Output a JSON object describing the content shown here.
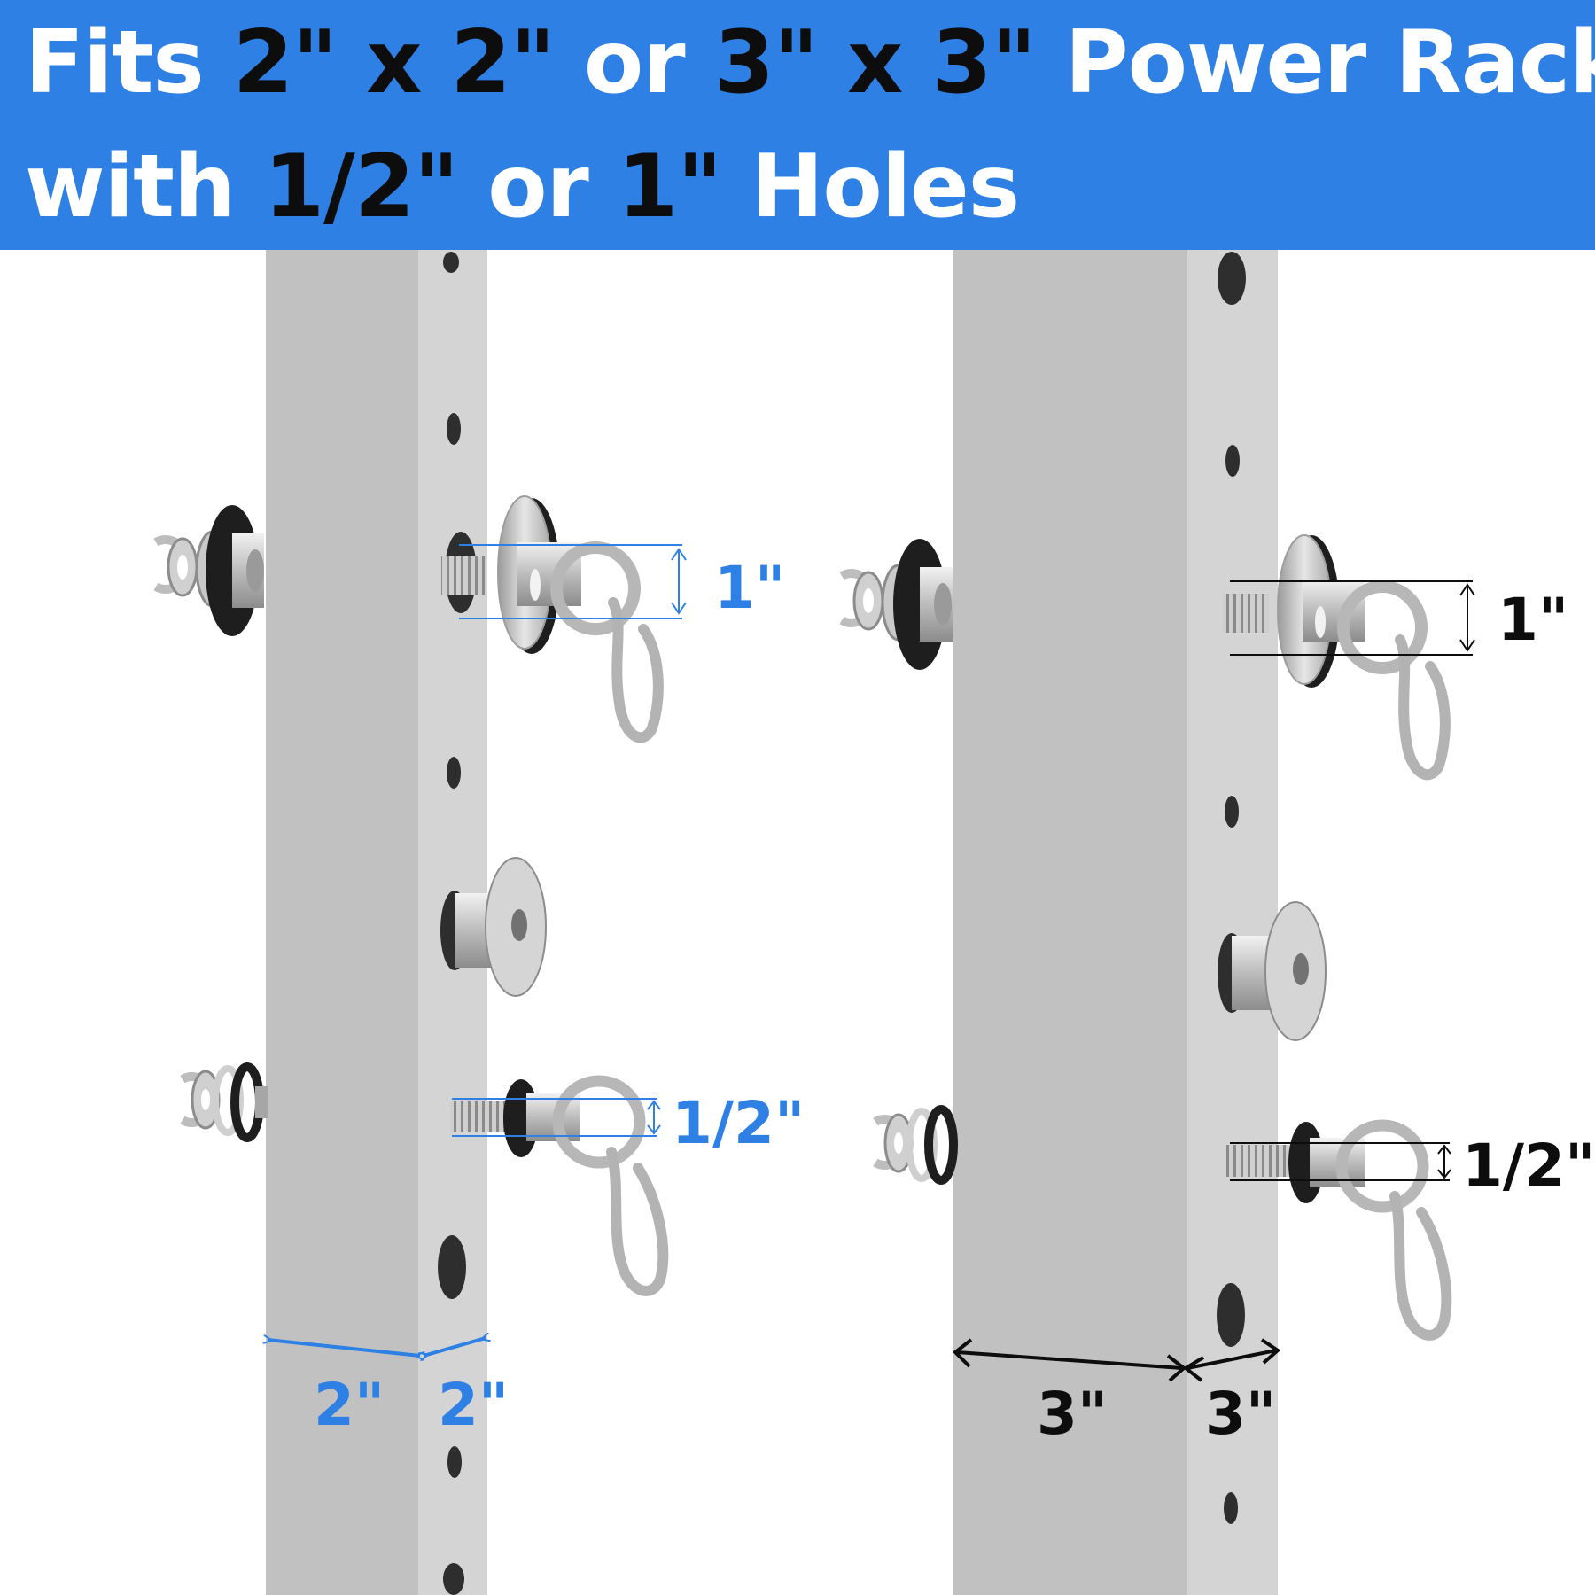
{
  "headline": {
    "line1": [
      {
        "text": "Fits ",
        "color": "white"
      },
      {
        "text": "2\" x 2\"",
        "color": "black"
      },
      {
        "text": " or ",
        "color": "white"
      },
      {
        "text": "3\" x 3\"",
        "color": "black"
      },
      {
        "text": " Power Rack",
        "color": "white"
      }
    ],
    "line2": [
      {
        "text": "with ",
        "color": "white"
      },
      {
        "text": "1/2\"",
        "color": "black"
      },
      {
        "text": " or ",
        "color": "white"
      },
      {
        "text": "1\"",
        "color": "black"
      },
      {
        "text": " Holes",
        "color": "white"
      }
    ]
  },
  "rack_2x2": {
    "label_large_hole": "1\"",
    "label_small_hole": "1/2\"",
    "label_face_width": "2\"",
    "label_side_width": "2\"",
    "accent_color": "#2f80e4"
  },
  "rack_3x3": {
    "label_large_hole": "1\"",
    "label_small_hole": "1/2\"",
    "label_face_width": "3\"",
    "label_side_width": "3\"",
    "accent_color": "#0d0d0d"
  },
  "colors": {
    "banner": "#2f80e4",
    "upright_face": "#c1c1c1",
    "upright_side": "#d4d4d4",
    "hole": "#2e2e2e"
  }
}
